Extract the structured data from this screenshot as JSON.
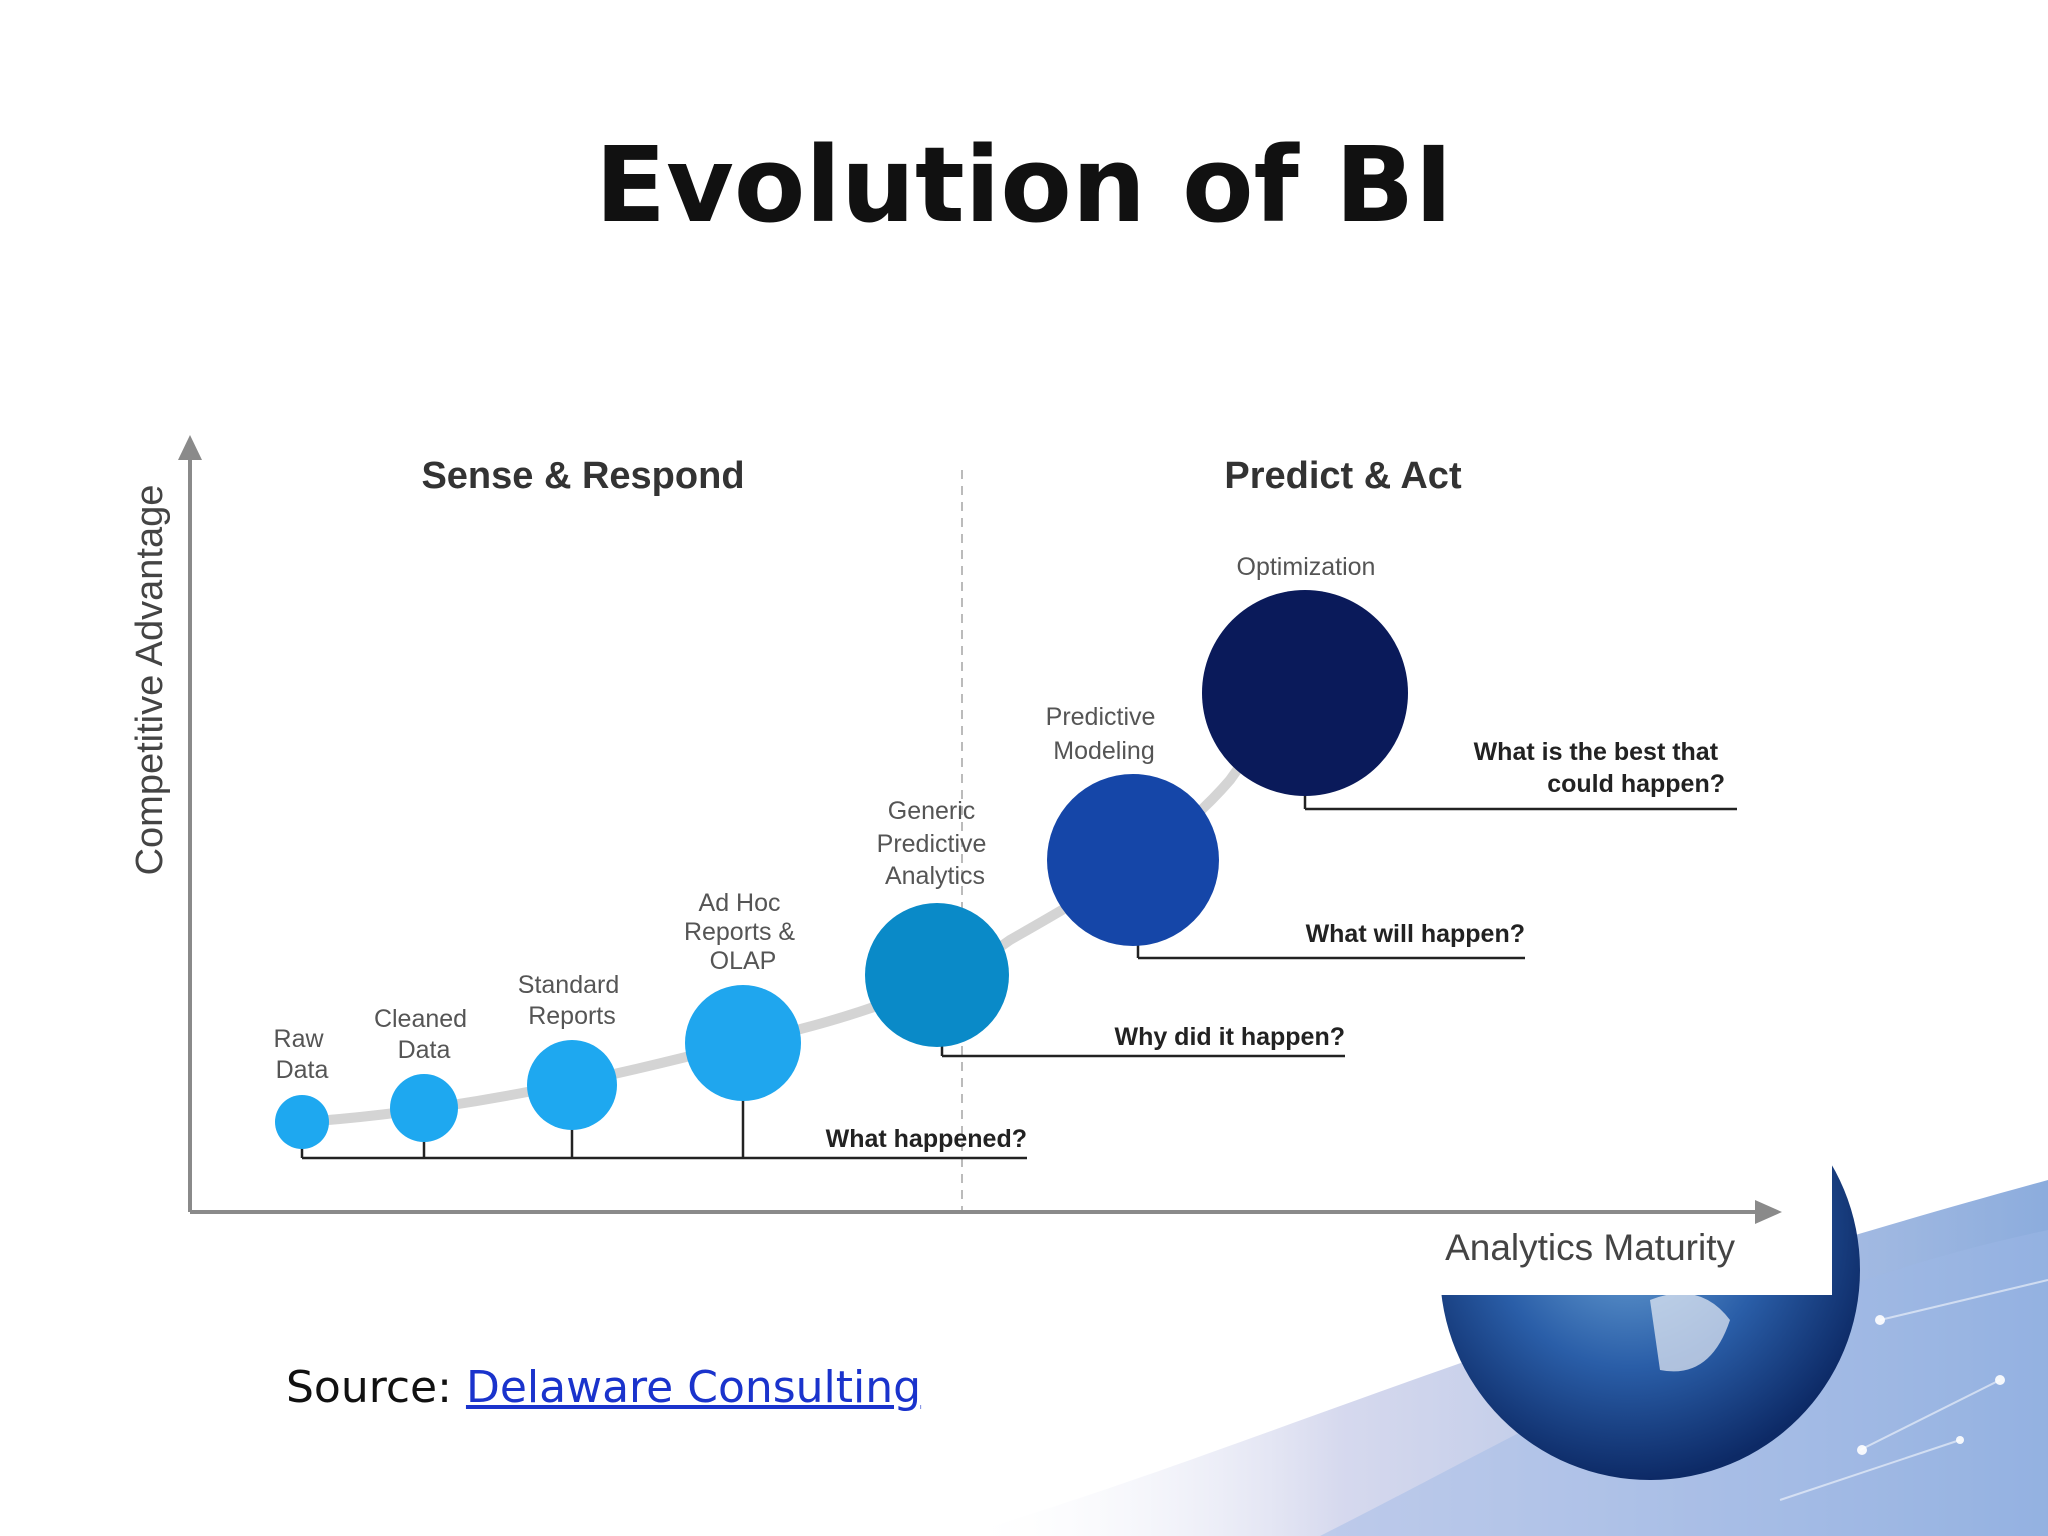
{
  "slide": {
    "title": "Evolution of BI",
    "source_prefix": "Source:",
    "source_link_text": "Delaware Consulting"
  },
  "diagram": {
    "y_axis_label": "Competitive Advantage",
    "x_axis_label": "Analytics Maturity",
    "phases": [
      {
        "label": "Sense & Respond"
      },
      {
        "label": "Predict & Act"
      }
    ],
    "stages": [
      {
        "label_lines": [
          "Raw",
          "Data"
        ],
        "color": "#1ea8f0"
      },
      {
        "label_lines": [
          "Cleaned",
          "Data"
        ],
        "color": "#1ea8f0"
      },
      {
        "label_lines": [
          "Standard",
          "Reports"
        ],
        "color": "#1ea8f0"
      },
      {
        "label_lines": [
          "Ad Hoc",
          "Reports &",
          "OLAP"
        ],
        "color": "#1fa6ee"
      },
      {
        "label_lines": [
          "Generic",
          "Predictive",
          "Analytics"
        ],
        "color": "#0a8ac8"
      },
      {
        "label_lines": [
          "Predictive",
          "Modeling"
        ],
        "color": "#1546a8"
      },
      {
        "label_lines": [
          "Optimization"
        ],
        "color": "#0a1a5a"
      }
    ],
    "questions": [
      {
        "lines": [
          "What happened?"
        ]
      },
      {
        "lines": [
          "Why did it happen?"
        ]
      },
      {
        "lines": [
          "What will happen?"
        ]
      },
      {
        "lines": [
          "What is the best that",
          "could happen?"
        ]
      }
    ]
  }
}
